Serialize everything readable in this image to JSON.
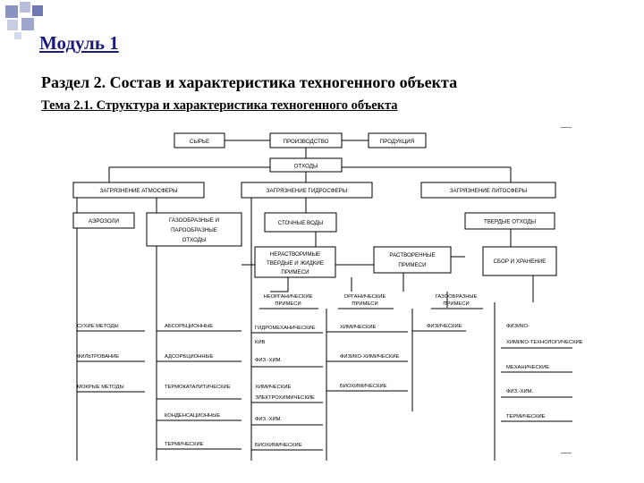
{
  "header": {
    "module": "Модуль 1",
    "section": "Раздел 2. Состав и характеристика техногенного объекта",
    "topic": "Тема 2.1. Структура и характеристика техногенного объекта"
  },
  "diagram": {
    "syrye": "СЫРЬЕ",
    "proizvodstvo": "ПРОИЗВОДСТВО",
    "produkciya": "ПРОДУКЦИЯ",
    "othody": "ОТХОДЫ",
    "atm": "ЗАГРЯЗНЕНИЕ АТМОСФЕРЫ",
    "gidro": "ЗАГРЯЗНЕНИЕ ГИДРОСФЕРЫ",
    "lito": "ЗАГРЯЗНЕНИЕ ЛИТОСФЕРЫ",
    "aerozoli": "АЭРОЗОЛИ",
    "gazo": [
      "ГАЗООБРАЗНЫЕ И",
      "ПАРООБРАЗНЫЕ",
      "ОТХОДЫ"
    ],
    "stochnye": "СТОЧНЫЕ ВОДЫ",
    "tverdye": "ТВЕРДЫЕ ОТХОДЫ",
    "nerastv": [
      "НЕРАСТВОРИМЫЕ",
      "ТВЕРДЫЕ И ЖИДКИЕ",
      "ПРИМЕСИ"
    ],
    "rastv": [
      "РАСТВОРЕННЫЕ",
      "ПРИМЕСИ"
    ],
    "sbor": "СБОР И ХРАНЕНИЕ",
    "neorg": [
      "НЕОРГАНИЧЕСКИЕ",
      "ПРИМЕСИ"
    ],
    "org": [
      "ОРГАНИЧЕСКИЕ",
      "ПРИМЕСИ"
    ],
    "gazoobr": [
      "ГАЗООБРАЗНЫЕ",
      "ПРИМЕСИ"
    ],
    "col1": [
      "СУХИЕ МЕТОДЫ",
      "ФИЛЬТРОВАНИЕ",
      "МОКРЫЕ МЕТОДЫ"
    ],
    "col2": [
      "АБСОРБЦИОННЫЕ",
      "АДСОРБЦИОННЫЕ",
      "ТЕРМОКАТАЛИТИЧЕСКИЕ",
      "КОНДЕНСАЦИОННЫЕ",
      "ТЕРМИЧЕСКИЕ"
    ],
    "col3": [
      "ГИДРОМЕХАНИЧЕСКИЕ",
      "ФИЗ.-ХИМ.",
      "ХИМИЧЕСКИЕ",
      "ФИЗ.-ХИМ.",
      "БИОХИМИЧЕСКИЕ"
    ],
    "col3extra": [
      "КИВ",
      "ЭЛЕКТРОХИМИЧЕСКИЕ"
    ],
    "col4": [
      "ХИМИЧЕСКИЕ",
      "ФИЗИКО-ХИМИЧЕСКИЕ",
      "БИОХИМИЧЕСКИЕ"
    ],
    "col5": [
      "ФИЗИЧЕСКИЕ"
    ],
    "col6": [
      "ХИМИКО-ТЕХНОЛОГИЧЕСКИЕ",
      "МЕХАНИЧЕСКИЕ",
      "ФИЗ.-ХИМ.",
      "ТЕРМИЧЕСКИЕ"
    ]
  }
}
